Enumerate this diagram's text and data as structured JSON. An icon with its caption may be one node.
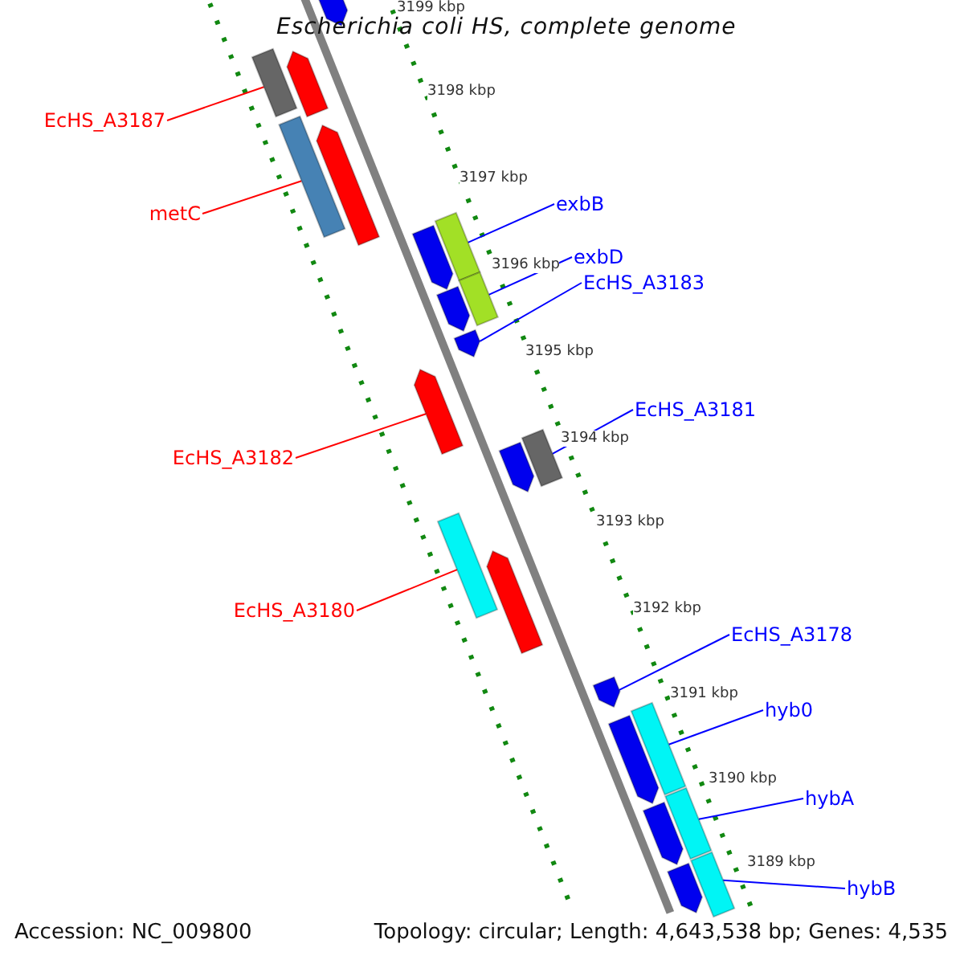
{
  "diagram": {
    "title": "Escherichia coli HS, complete genome",
    "nodes": [
      {
        "text": [
          "EcHS_A3187"
        ]
      },
      {
        "text": [
          "exbB"
        ]
      },
      {
        "text": [
          "metC"
        ]
      },
      {
        "text": [
          "exbD"
        ]
      },
      {
        "text": [
          "EcHS_A3183"
        ]
      },
      {
        "text": [
          "EcHS_A3181"
        ]
      },
      {
        "text": [
          "EcHS_A3182"
        ]
      },
      {
        "text": [
          "EcHS_A3180"
        ]
      },
      {
        "text": [
          "EcHS_A3178"
        ]
      },
      {
        "text": [
          "hyb0"
        ]
      },
      {
        "text": [
          "hybA"
        ]
      },
      {
        "text": [
          "hybB"
        ]
      },
      {
        "text": [],
        "shape": "bar"
      },
      {
        "text": [],
        "shape": "bar"
      },
      {
        "text": [],
        "shape": "bar"
      },
      {
        "text": [],
        "shape": "bar"
      },
      {
        "text": [],
        "shape": "bar"
      },
      {
        "text": [],
        "shape": "bar"
      },
      {
        "text": [],
        "shape": "bar"
      },
      {
        "text": [],
        "shape": "bar"
      },
      {
        "text": [],
        "shape": "bar"
      },
      {
        "text": [],
        "shape": "bar"
      },
      {
        "text": [],
        "shape": "bar"
      },
      {
        "text": [],
        "shape": "bar"
      },
      {
        "text": [],
        "shape": "bar"
      },
      {
        "text": [],
        "shape": "bar"
      },
      {
        "text": [],
        "shape": "bar"
      },
      {
        "text": [],
        "shape": "bar"
      },
      {
        "text": [],
        "shape": "bar"
      },
      {
        "text": [],
        "shape": "bar"
      },
      {
        "text": [],
        "shape": "bar"
      },
      {
        "text": [],
        "shape": "bar"
      },
      {
        "text": [],
        "shape": "bar"
      },
      {
        "text": [],
        "shape": "bar"
      }
    ],
    "edges": [
      {
        "from": 0,
        "to": 12,
        "arrow": "none",
        "color": "#ff0000"
      },
      {
        "from": 1,
        "to": 13,
        "arrow": "none"
      },
      {
        "from": 2,
        "to": 14,
        "arrow": "none",
        "color": "#ff0000"
      },
      {
        "from": 3,
        "to": 15,
        "arrow": "none"
      },
      {
        "from": 4,
        "to": 16,
        "arrow": "none"
      },
      {
        "from": 5,
        "to": 17,
        "arrow": "none"
      },
      {
        "from": 6,
        "to": 18,
        "arrow": "none",
        "color": "#ff0000"
      },
      {
        "from": 7,
        "to": 19,
        "arrow": "none",
        "color": "#ff0000"
      },
      {
        "from": 8,
        "to": 20,
        "arrow": "none"
      },
      {
        "from": 9,
        "to": 21,
        "arrow": "none"
      },
      {
        "from": 10,
        "to": 22,
        "arrow": "none"
      },
      {
        "from": 11,
        "to": 23,
        "arrow": "none"
      }
    ],
    "labels": [
      "3199 kbp",
      "3198 kbp",
      "3197 kbp",
      "3196 kbp",
      "3195 kbp",
      "3194 kbp",
      "3193 kbp",
      "3192 kbp",
      "3191 kbp",
      "3190 kbp",
      "3189 kbp",
      "Accession: NC_009800",
      "Topology: circular; Length: 4,643,538 bp; Genes: 4,535"
    ]
  }
}
